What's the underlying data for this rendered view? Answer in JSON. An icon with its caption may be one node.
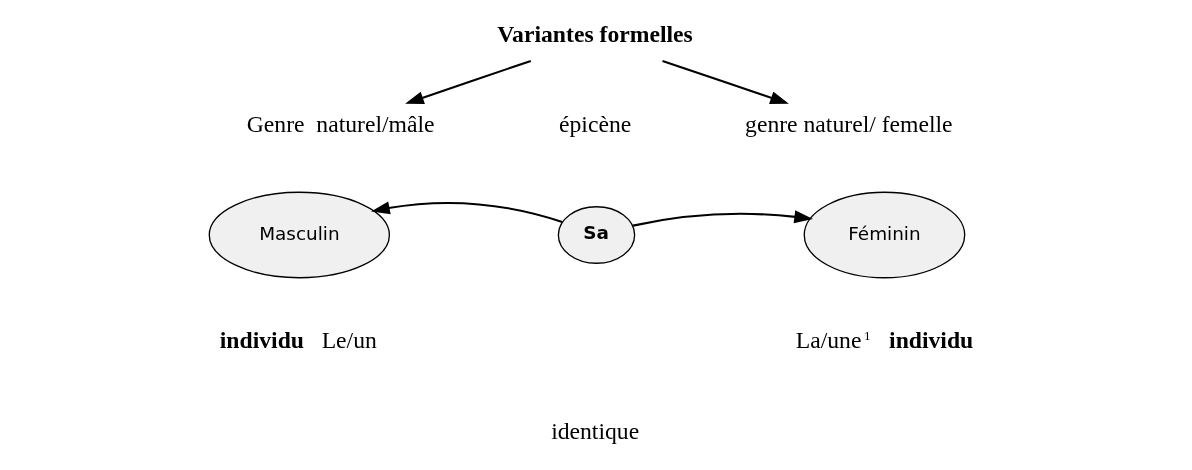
{
  "diagram": {
    "nodes": [
      {
        "text": [
          "Variantes formelles"
        ]
      },
      {
        "text": [
          "Genre  naturel/mâle"
        ]
      },
      {
        "text": [
          "genre naturel/ femelle"
        ]
      },
      {
        "text": [
          "Masculin"
        ],
        "beside": [
          "individu",
          "Le/un"
        ]
      },
      {
        "text": [
          "Sa"
        ]
      },
      {
        "text": [
          "Féminin"
        ],
        "beside": [
          "La/une$^{1}$",
          "individu"
        ]
      }
    ],
    "edges": [
      {
        "from": 0,
        "to": 1,
        "arrow": "to"
      },
      {
        "from": 0,
        "to": 2,
        "arrow": "to"
      },
      {
        "from": 4,
        "to": 3,
        "arrow": "to"
      },
      {
        "from": 4,
        "to": 5,
        "arrow": "to"
      }
    ],
    "labels": [
      "épicène",
      "identique"
    ]
  }
}
